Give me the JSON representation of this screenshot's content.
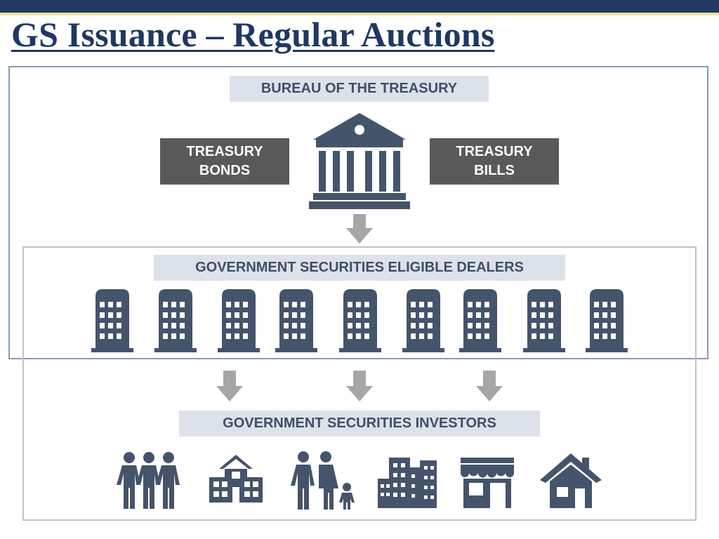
{
  "title": "GS Issuance – Regular Auctions",
  "bureau": {
    "label": "BUREAU OF THE TREASURY",
    "left_box": [
      "TREASURY",
      "BONDS"
    ],
    "right_box": [
      "TREASURY",
      "BILLS"
    ],
    "icon": "bank-building-icon"
  },
  "dealers": {
    "label": "GOVERNMENT SECURITIES ELIGIBLE DEALERS",
    "icon": "office-building-icon",
    "count": 9
  },
  "investors": {
    "label": "GOVERNMENT SECURITIES INVESTORS",
    "icons": [
      "group-people-icon",
      "school-icon",
      "family-icon",
      "city-buildings-icon",
      "store-icon",
      "house-icon"
    ]
  },
  "colors": {
    "header_bar": "#1f3864",
    "accent_stripe": "#f4e3a1",
    "icon": "#44546a",
    "label_bg": "#dde2ea",
    "dark_box": "#595959",
    "arrow": "#a6a6a6"
  }
}
